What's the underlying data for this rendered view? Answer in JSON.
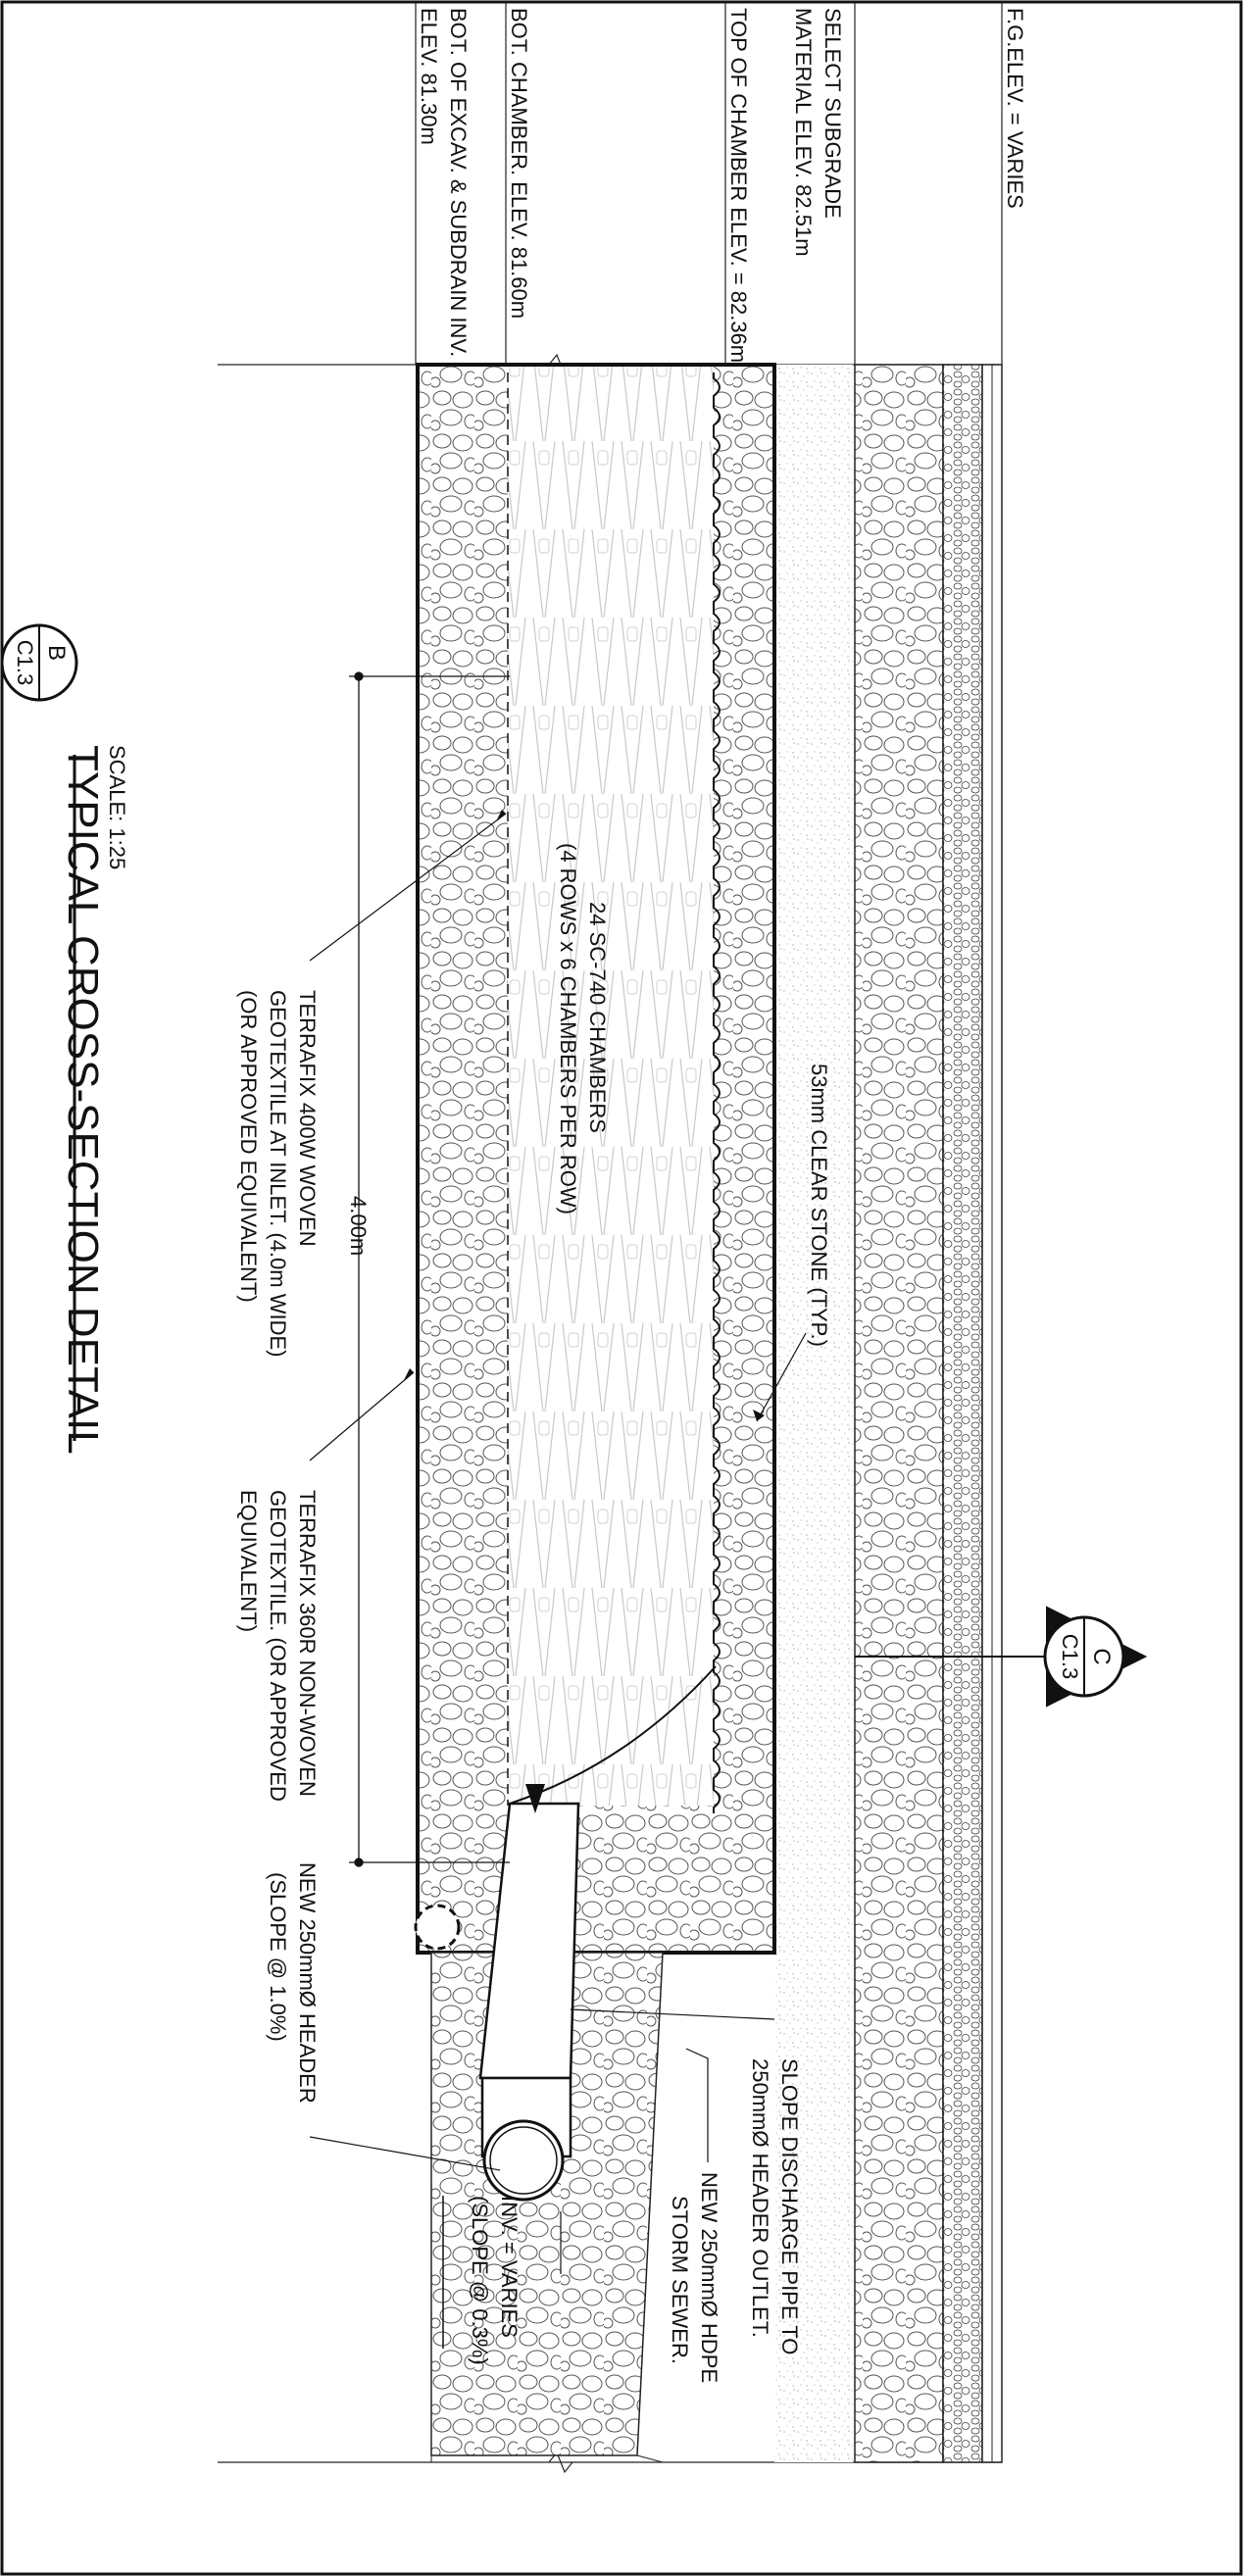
{
  "title": {
    "main": "TYPICAL CROSS-SECTION DETAIL",
    "scale": "SCALE: 1:25",
    "marker_letter": "B",
    "marker_sheet": "C1.3"
  },
  "section_marker": {
    "letter": "C",
    "sheet": "C1.3"
  },
  "elevation_labels": [
    "F.G.ELEV. = VARIES",
    "SELECT SUBGRADE",
    "MATERIAL ELEV. 82.51m",
    "TOP OF CHAMBER ELEV. = 82.36m",
    "BOT. CHAMBER. ELEV. 81.60m",
    "BOT. OF EXCAV. & SUBDRAIN INV.",
    "ELEV. 81.30m"
  ],
  "callouts": {
    "clear_stone": "53mm CLEAR STONE (TYP.)",
    "chambers_line1": "24 SC-740 CHAMBERS",
    "chambers_line2": "(4 ROWS x 6 CHAMBERS PER ROW)",
    "woven_line1": "TERRAFIX 400W WOVEN",
    "woven_line2": "GEOTEXTILE AT INLET. (4.0m WIDE)",
    "woven_line3": "(OR APPROVED EQUIVALENT)",
    "nonwoven_line1": "TERRAFIX 360R NON-WOVEN",
    "nonwoven_line2": "GEOTEXTILE. (OR APPROVED",
    "nonwoven_line3": "EQUIVALENT)",
    "header_line1": "NEW 250mmØ HEADER",
    "header_line2": "(SLOPE @ 1.0%)",
    "discharge_line1": "SLOPE DISCHARGE PIPE TO",
    "discharge_line2": "250mmØ HEADER OUTLET.",
    "sewer_line1": "NEW 250mmØ HDPE",
    "sewer_line2": "STORM SEWER.",
    "inv_line1": "INV. = VARIES",
    "inv_line2": "(SLOPE @ 0.3%)"
  },
  "dimension": {
    "width_label": "4.00m"
  }
}
